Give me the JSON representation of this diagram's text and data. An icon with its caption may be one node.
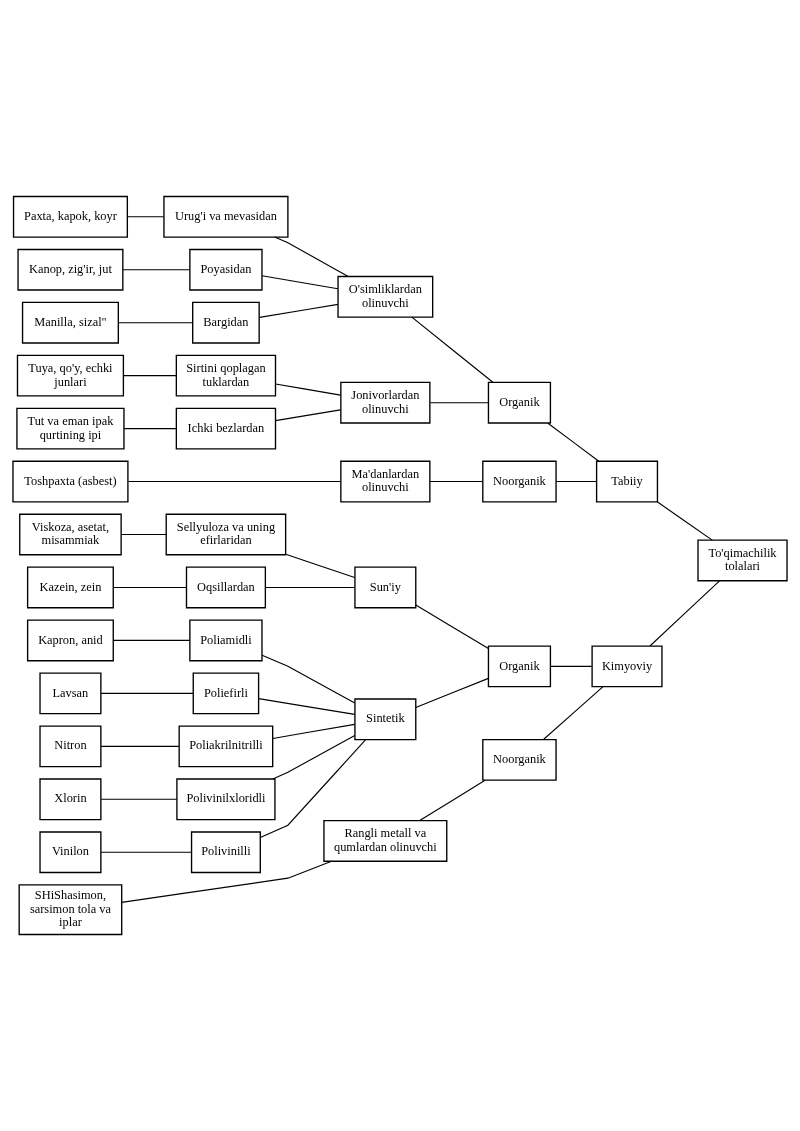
{
  "diagram": {
    "nodes": [
      {
        "text": [
          "To'qimachilik tolalari"
        ]
      },
      {
        "text": [
          "Tabiiy"
        ]
      },
      {
        "text": [
          "Organik"
        ]
      },
      {
        "text": [
          "O'simliklardan olinuvchi"
        ]
      },
      {
        "text": [
          "Urug'i va mevasidan"
        ]
      },
      {
        "text": [
          "Paxta, kapok, koyr"
        ]
      },
      {
        "text": [
          "Poyasidan"
        ]
      },
      {
        "text": [
          "Kanop, zig'ir, jut"
        ]
      },
      {
        "text": [
          "Bargidan"
        ]
      },
      {
        "text": [
          "Manilla, sizal\""
        ]
      },
      {
        "text": [
          "Jonivorlardan olinuvchi"
        ]
      },
      {
        "text": [
          "Sirtini qoplagan tuklardan"
        ]
      },
      {
        "text": [
          "Tuya, qo'y, echki junlari"
        ]
      },
      {
        "text": [
          "Ichki bezlardan"
        ]
      },
      {
        "text": [
          "Tut va eman ipak qurtining ipi"
        ]
      },
      {
        "text": [
          "Noorganik"
        ]
      },
      {
        "text": [
          "Ma'danlardan olinuvchi"
        ]
      },
      {
        "text": [
          "Toshpaxta (asbest)"
        ]
      },
      {
        "text": [
          "Kimyoviy"
        ]
      },
      {
        "text": [
          "Organik"
        ]
      },
      {
        "text": [
          "Sun'iy"
        ]
      },
      {
        "text": [
          "Sellyuloza va uning efirlaridan"
        ]
      },
      {
        "text": [
          "Viskoza, asetat, misammiak"
        ]
      },
      {
        "text": [
          "Oqsillardan"
        ]
      },
      {
        "text": [
          "Kazein, zein"
        ]
      },
      {
        "text": [
          "Sintetik"
        ]
      },
      {
        "text": [
          "Poliamidli"
        ]
      },
      {
        "text": [
          "Kapron, anid"
        ]
      },
      {
        "text": [
          "Poliefirli"
        ]
      },
      {
        "text": [
          "Lavsan"
        ]
      },
      {
        "text": [
          "Poliakrilnitrilli"
        ]
      },
      {
        "text": [
          "Nitron"
        ]
      },
      {
        "text": [
          "Polivinilxloridli"
        ]
      },
      {
        "text": [
          "Xlorin"
        ]
      },
      {
        "text": [
          "Polivinilli"
        ]
      },
      {
        "text": [
          "Vinilon"
        ]
      },
      {
        "text": [
          "Noorganik"
        ]
      },
      {
        "text": [
          "Rangli metall va qumlardan olinuvchi"
        ]
      },
      {
        "text": [
          "SHiShasimon, sarsimon tola va iplar"
        ]
      }
    ],
    "edges": [
      {
        "from": 0,
        "to": 1,
        "arrow": "none"
      },
      {
        "from": 1,
        "to": 2,
        "arrow": "none"
      },
      {
        "from": 2,
        "to": 3,
        "arrow": "none"
      },
      {
        "from": 3,
        "to": 4,
        "arrow": "none"
      },
      {
        "from": 4,
        "to": 5,
        "arrow": "none"
      },
      {
        "from": 3,
        "to": 6,
        "arrow": "none"
      },
      {
        "from": 6,
        "to": 7,
        "arrow": "none"
      },
      {
        "from": 3,
        "to": 8,
        "arrow": "none"
      },
      {
        "from": 8,
        "to": 9,
        "arrow": "none"
      },
      {
        "from": 2,
        "to": 10,
        "arrow": "none"
      },
      {
        "from": 10,
        "to": 11,
        "arrow": "none"
      },
      {
        "from": 11,
        "to": 12,
        "arrow": "none"
      },
      {
        "from": 10,
        "to": 13,
        "arrow": "none"
      },
      {
        "from": 13,
        "to": 14,
        "arrow": "none"
      },
      {
        "from": 1,
        "to": 15,
        "arrow": "none"
      },
      {
        "from": 15,
        "to": 16,
        "arrow": "none"
      },
      {
        "from": 16,
        "to": 17,
        "arrow": "none"
      },
      {
        "from": 0,
        "to": 18,
        "arrow": "none"
      },
      {
        "from": 18,
        "to": 19,
        "arrow": "none"
      },
      {
        "from": 19,
        "to": 20,
        "arrow": "none"
      },
      {
        "from": 20,
        "to": 21,
        "arrow": "none"
      },
      {
        "from": 21,
        "to": 22,
        "arrow": "none"
      },
      {
        "from": 20,
        "to": 23,
        "arrow": "none"
      },
      {
        "from": 23,
        "to": 24,
        "arrow": "none"
      },
      {
        "from": 19,
        "to": 25,
        "arrow": "none"
      },
      {
        "from": 25,
        "to": 26,
        "arrow": "none"
      },
      {
        "from": 26,
        "to": 27,
        "arrow": "none"
      },
      {
        "from": 25,
        "to": 28,
        "arrow": "none"
      },
      {
        "from": 28,
        "to": 29,
        "arrow": "none"
      },
      {
        "from": 25,
        "to": 30,
        "arrow": "none"
      },
      {
        "from": 30,
        "to": 31,
        "arrow": "none"
      },
      {
        "from": 25,
        "to": 32,
        "arrow": "none"
      },
      {
        "from": 32,
        "to": 33,
        "arrow": "none"
      },
      {
        "from": 25,
        "to": 34,
        "arrow": "none"
      },
      {
        "from": 34,
        "to": 35,
        "arrow": "none"
      },
      {
        "from": 18,
        "to": 36,
        "arrow": "none"
      },
      {
        "from": 36,
        "to": 37,
        "arrow": "none"
      },
      {
        "from": 37,
        "to": 38,
        "arrow": "none"
      }
    ]
  }
}
